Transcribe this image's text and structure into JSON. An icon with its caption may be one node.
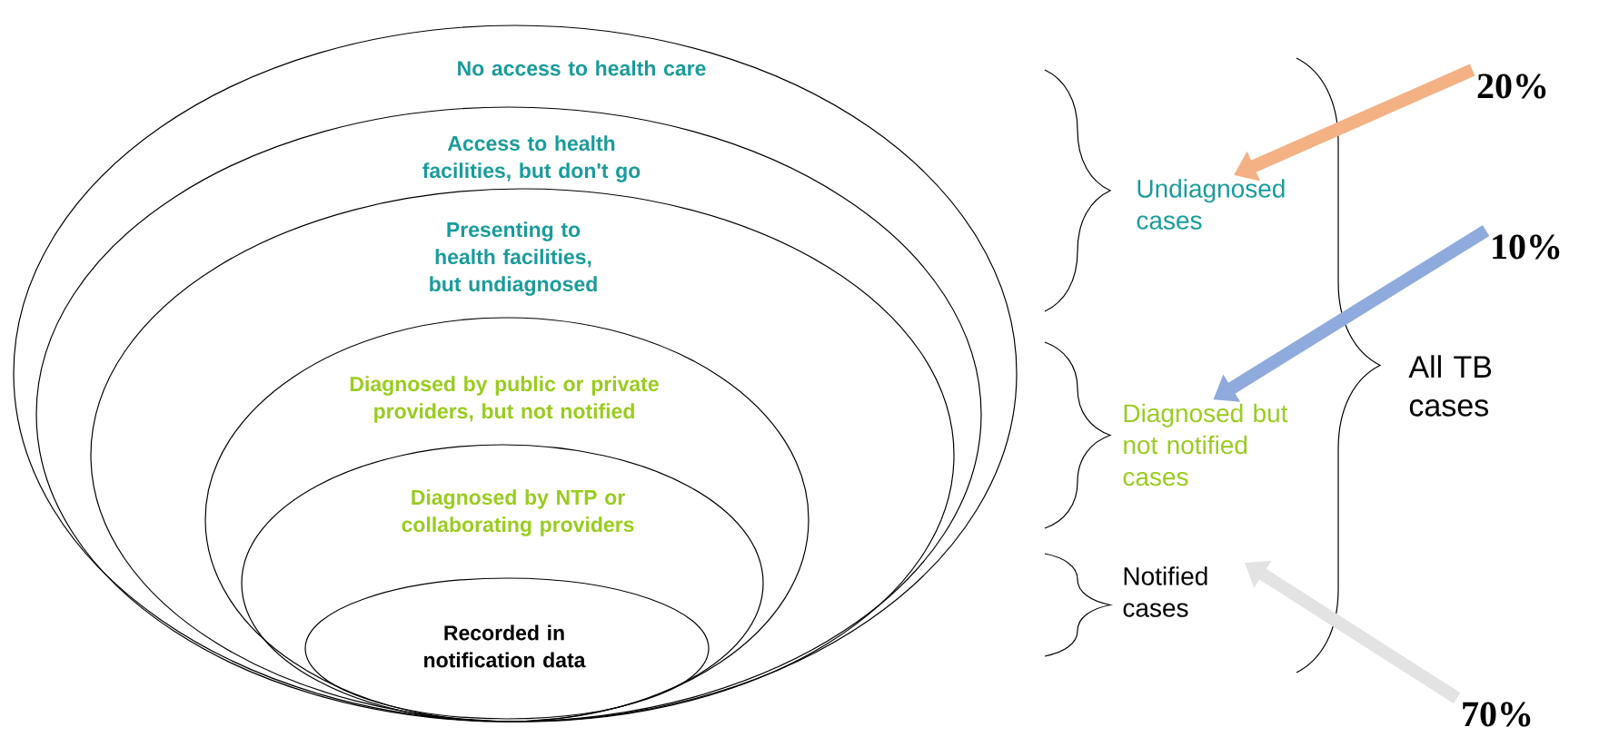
{
  "diagram": {
    "nodes": [
      {
        "text": [
          "No access to health care"
        ]
      },
      {
        "text": [
          "Access to health facilities, but don't go"
        ],
        "in": 0
      },
      {
        "text": [
          "Presenting to health facilities, but undiagnosed"
        ],
        "in": 1
      },
      {
        "text": [
          "Diagnosed by public or private providers, but not notified"
        ],
        "in": 2
      },
      {
        "text": [
          "Diagnosed by NTP or collaborating providers"
        ],
        "in": 3
      },
      {
        "text": [
          "Recorded in notification data"
        ],
        "in": 4
      },
      {
        "text": [
          "Undiagnosed cases"
        ]
      },
      {
        "text": [
          "Diagnosed but not notified cases"
        ]
      },
      {
        "text": [
          "Notified cases"
        ]
      },
      {
        "text": [
          "All TB cases"
        ]
      },
      {
        "text": [
          "20%"
        ]
      },
      {
        "text": [
          "10%"
        ]
      },
      {
        "text": [
          "70%"
        ]
      }
    ],
    "edges": [
      {
        "from": 10,
        "to": 6,
        "arrow": "to",
        "color": "#f4b183"
      },
      {
        "from": 11,
        "to": 7,
        "arrow": "to",
        "color": "#8faadc"
      },
      {
        "from": 12,
        "to": 8,
        "arrow": "to",
        "color": "#e3e3e3"
      }
    ]
  }
}
